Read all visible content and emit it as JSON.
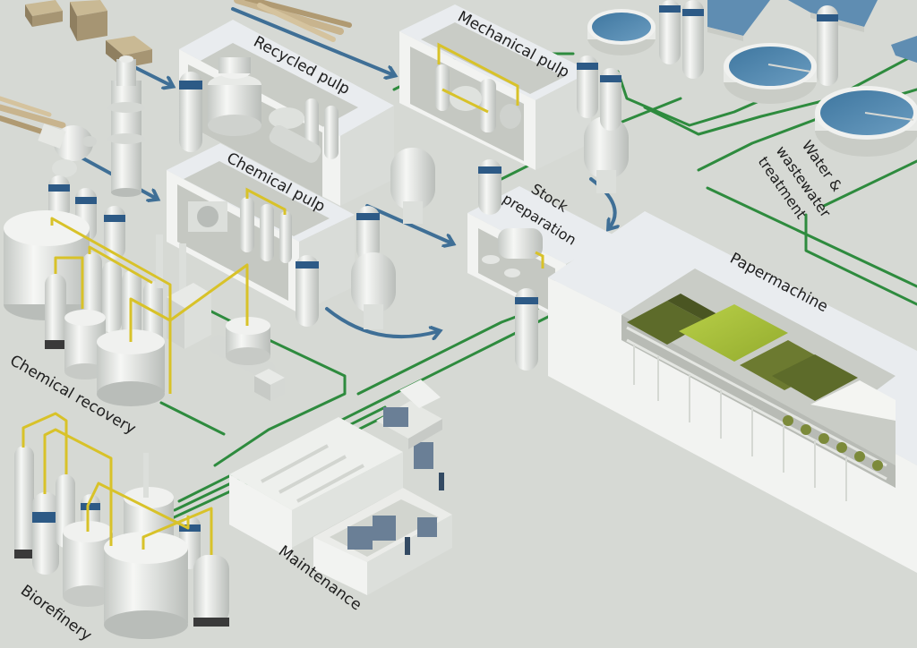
{
  "diagram": {
    "type": "isometric-process-illustration",
    "subject": "Pulp and paper mill",
    "colors": {
      "ground": "#d6d9d4",
      "building_wall": "#f2f3f1",
      "building_side": "#d9dcd8",
      "building_roof": "#e9ecef",
      "interior": "#c9ccc6",
      "flow_arrow": "#3f6f96",
      "green_pipe": "#2e8b3e",
      "yellow_pipe": "#d8c229",
      "tank": "#f0f1ef",
      "tank_shade": "#c7cac6",
      "tank_band": "#2d5a86",
      "water": "#4f86ad",
      "paper_machine_felt": "#a9c23c",
      "paper_machine_dark": "#5d6b2a",
      "wood_logs": "#b8a07a",
      "bales": "#a89878",
      "shadow": "#b3b6b1"
    },
    "sections": [
      {
        "id": "recycled-pulp",
        "label": "Recycled pulp"
      },
      {
        "id": "mechanical-pulp",
        "label": "Mechanical pulp"
      },
      {
        "id": "chemical-pulp",
        "label": "Chemical pulp"
      },
      {
        "id": "stock-preparation",
        "label_lines": [
          "Stock",
          "preparation"
        ]
      },
      {
        "id": "papermachine",
        "label": "Papermachine"
      },
      {
        "id": "water-treatment",
        "label_lines": [
          "Water &",
          "wastewater",
          "treatment"
        ]
      },
      {
        "id": "chemical-recovery",
        "label": "Chemical recovery"
      },
      {
        "id": "biorefinery",
        "label": "Biorefinery"
      },
      {
        "id": "maintenance",
        "label": "Maintenance"
      }
    ],
    "flows": [
      {
        "from": "recovered-paper-bales",
        "to": "recycled-pulp"
      },
      {
        "from": "wood-logs",
        "to": "mechanical-pulp"
      },
      {
        "from": "wood-chipper",
        "to": "chemical-pulp"
      },
      {
        "from": "recycled-pulp",
        "to": "stock-preparation"
      },
      {
        "from": "mechanical-pulp",
        "to": "stock-preparation"
      },
      {
        "from": "chemical-pulp",
        "to": "stock-preparation"
      },
      {
        "from": "stock-preparation",
        "to": "papermachine"
      }
    ]
  }
}
